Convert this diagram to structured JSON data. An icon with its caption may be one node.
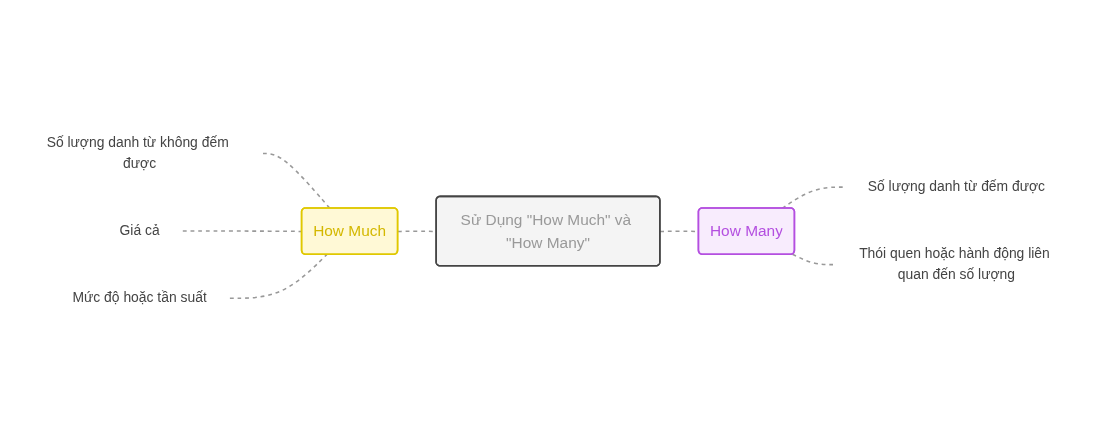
{
  "diagram": {
    "nodes": [
      {
        "text": [
          "Số lượng danh từ không đếm được"
        ]
      },
      {
        "text": [
          "Giá cả"
        ]
      },
      {
        "text": [
          "Mức độ hoặc tần suất"
        ]
      },
      {
        "text": [
          "How Much"
        ]
      },
      {
        "text": [
          "Sử Dụng \"How Much\" và \"How Many\""
        ]
      },
      {
        "text": [
          "How Many"
        ]
      },
      {
        "text": [
          "Số lượng danh từ đếm được"
        ]
      },
      {
        "text": [
          "Thói quen hoặc hành động liên quan đến số lượng"
        ]
      }
    ],
    "edges": [
      {
        "from": 0,
        "to": 3,
        "arrow": "none",
        "style": "dashed"
      },
      {
        "from": 1,
        "to": 3,
        "arrow": "none",
        "style": "dashed"
      },
      {
        "from": 2,
        "to": 3,
        "arrow": "none",
        "style": "dashed"
      },
      {
        "from": 3,
        "to": 4,
        "arrow": "none",
        "style": "dashed"
      },
      {
        "from": 4,
        "to": 5,
        "arrow": "none",
        "style": "dashed"
      },
      {
        "from": 5,
        "to": 6,
        "arrow": "none",
        "style": "dashed"
      },
      {
        "from": 5,
        "to": 7,
        "arrow": "none",
        "style": "dashed"
      }
    ]
  }
}
